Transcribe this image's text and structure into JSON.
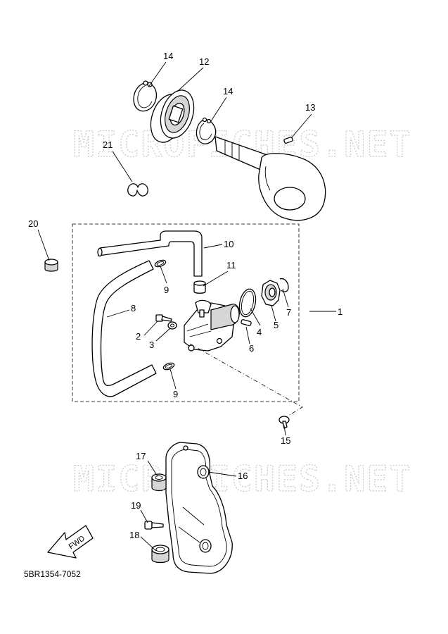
{
  "diagram_code": "5BR1354-7052",
  "watermark": "MICROFICHES.NET",
  "fwd_label": "FWD",
  "callouts": {
    "c1": "1",
    "c2": "2",
    "c3": "3",
    "c4": "4",
    "c5": "5",
    "c6": "6",
    "c7": "7",
    "c8": "8",
    "c9a": "9",
    "c9b": "9",
    "c10": "10",
    "c11": "11",
    "c12": "12",
    "c13": "13",
    "c14a": "14",
    "c14b": "14",
    "c15": "15",
    "c16": "16",
    "c17": "17",
    "c18": "18",
    "c19": "19",
    "c20": "20",
    "c21": "21"
  }
}
